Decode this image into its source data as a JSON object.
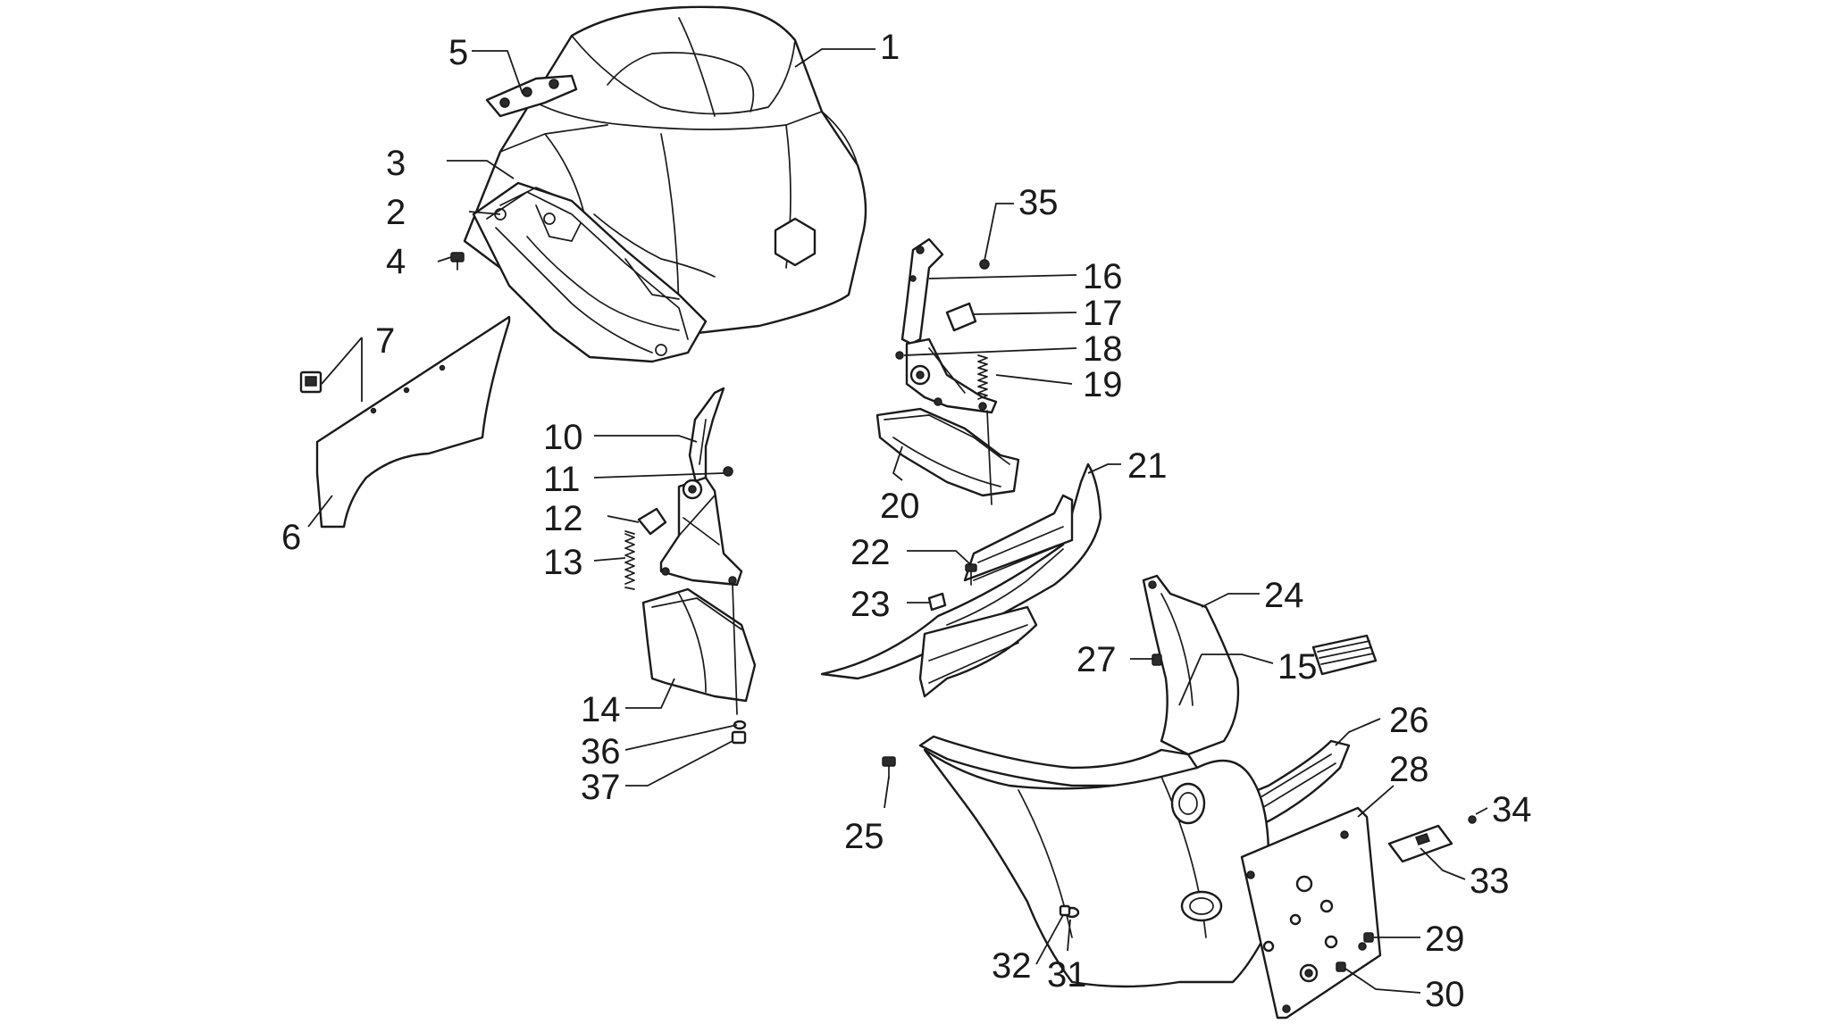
{
  "diagram": {
    "callouts": [
      {
        "id": "c1",
        "text": "1"
      },
      {
        "id": "c2",
        "text": "2"
      },
      {
        "id": "c3",
        "text": "3"
      },
      {
        "id": "c4",
        "text": "4"
      },
      {
        "id": "c5",
        "text": "5"
      },
      {
        "id": "c6",
        "text": "6"
      },
      {
        "id": "c7",
        "text": "7"
      },
      {
        "id": "c10",
        "text": "10"
      },
      {
        "id": "c11",
        "text": "11"
      },
      {
        "id": "c12",
        "text": "12"
      },
      {
        "id": "c13",
        "text": "13"
      },
      {
        "id": "c14",
        "text": "14"
      },
      {
        "id": "c15",
        "text": "15"
      },
      {
        "id": "c16",
        "text": "16"
      },
      {
        "id": "c17",
        "text": "17"
      },
      {
        "id": "c18",
        "text": "18"
      },
      {
        "id": "c19",
        "text": "19"
      },
      {
        "id": "c20",
        "text": "20"
      },
      {
        "id": "c21",
        "text": "21"
      },
      {
        "id": "c22",
        "text": "22"
      },
      {
        "id": "c23",
        "text": "23"
      },
      {
        "id": "c24",
        "text": "24"
      },
      {
        "id": "c25",
        "text": "25"
      },
      {
        "id": "c26",
        "text": "26"
      },
      {
        "id": "c27",
        "text": "27"
      },
      {
        "id": "c28",
        "text": "28"
      },
      {
        "id": "c29",
        "text": "29"
      },
      {
        "id": "c30",
        "text": "30"
      },
      {
        "id": "c31",
        "text": "31"
      },
      {
        "id": "c32",
        "text": "32"
      },
      {
        "id": "c33",
        "text": "33"
      },
      {
        "id": "c34",
        "text": "34"
      },
      {
        "id": "c35",
        "text": "35"
      },
      {
        "id": "c36",
        "text": "36"
      },
      {
        "id": "c37",
        "text": "37"
      }
    ]
  }
}
